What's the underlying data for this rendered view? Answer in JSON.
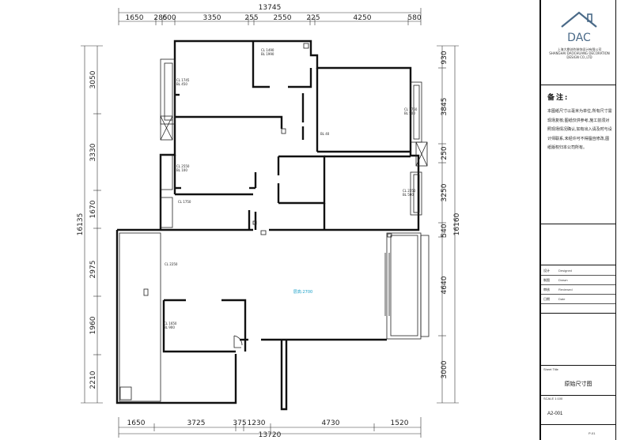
{
  "plan": {
    "top_total": "13745",
    "top_segments": [
      "1650",
      "285",
      "600",
      "3350",
      "255",
      "2550",
      "225",
      "4250",
      "580"
    ],
    "bottom_total": "13720",
    "bottom_segments": [
      "1650",
      "3725",
      "375",
      "1230",
      "4730",
      "1520"
    ],
    "left_total": "16135",
    "left_segments": [
      "3050",
      "3330",
      "1670",
      "2975",
      "1960",
      "2210"
    ],
    "right_total": "16160",
    "right_segments": [
      "930",
      "3845",
      "250",
      "3250",
      "540",
      "4640",
      "3000"
    ],
    "center_label": "层高:2700",
    "room_labels": [
      "CL 1490\nBL 1990",
      "CL 1745\nBL 450",
      "CL 1750\nBL 500",
      "CL 2550\nBL 100",
      "CL 2250\nBL 500",
      "CL 1750",
      "CL 2250",
      "CL 1650\nBL 900",
      "BL 40"
    ]
  },
  "titleblock": {
    "logo_text": "DAC",
    "company_lines": [
      "上海大鼎创作装饰设计有限公司",
      "SHANGHAI DAOCHUANG DECORATION",
      "DESIGN CO.,LTD"
    ],
    "notes_title": "备注:",
    "notes_text": "本图纸尺寸以毫米为单位,所有尺寸需现场复核;图纸仅供参考,施工前须对照现场情况确认,如有出入请及时与设计师联系,未经许可不得擅自修改,图纸版权归本公司所有。",
    "fields": [
      {
        "k": "设计",
        "v": "Designed"
      },
      {
        "k": "制图",
        "v": "Drawn"
      },
      {
        "k": "审核",
        "v": "Reviewed"
      },
      {
        "k": "日期",
        "v": "Date"
      }
    ],
    "sheet_label": "Sheet Title",
    "drawing_title": "原始尺寸图",
    "scale_label": "SCALE 1:100",
    "drawing_no": "A2-001",
    "page_no": "P-01"
  }
}
